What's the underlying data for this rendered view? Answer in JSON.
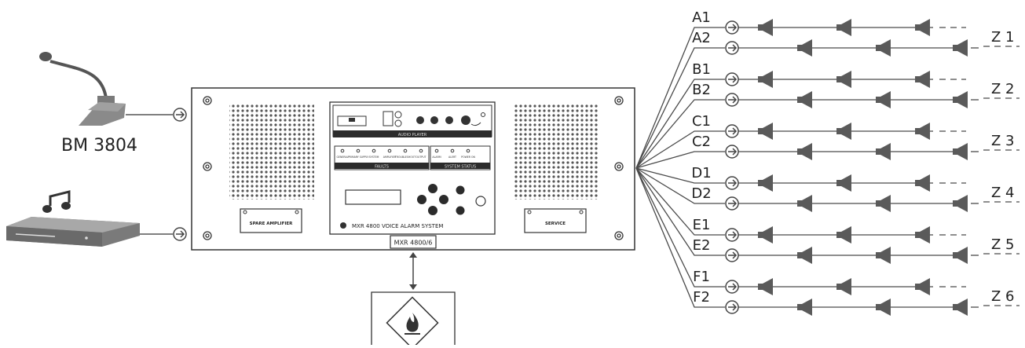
{
  "sources": {
    "microphone_label": "BM 3804"
  },
  "unit": {
    "model_badge": "MXR 4800/6",
    "brand_line": "MXR 4800  VOICE ALARM SYSTEM",
    "spare_amplifier_label": "SPARE AMPLIFIER",
    "service_label": "SERVICE",
    "audio_player_label": "AUDIO PLAYER",
    "faults_label": "FAULTS",
    "system_status_label": "SYSTEM STATUS",
    "fault_leds": [
      "GENERAL",
      "PRIMARY SUPPLY",
      "SYSTEM",
      "AMPLIFIER",
      "TROUBLESHOOT",
      "OUTPUT"
    ],
    "status_leds": [
      "ALARM",
      "ALERT",
      "POWER ON"
    ]
  },
  "lines": [
    {
      "label": "A1",
      "row": "primary"
    },
    {
      "label": "A2",
      "row": "secondary"
    },
    {
      "label": "B1",
      "row": "primary"
    },
    {
      "label": "B2",
      "row": "secondary"
    },
    {
      "label": "C1",
      "row": "primary"
    },
    {
      "label": "C2",
      "row": "secondary"
    },
    {
      "label": "D1",
      "row": "primary"
    },
    {
      "label": "D2",
      "row": "secondary"
    },
    {
      "label": "E1",
      "row": "primary"
    },
    {
      "label": "E2",
      "row": "secondary"
    },
    {
      "label": "F1",
      "row": "primary"
    },
    {
      "label": "F2",
      "row": "secondary"
    }
  ],
  "zones": [
    "Z 1",
    "Z 2",
    "Z 3",
    "Z 4",
    "Z 5",
    "Z 6"
  ],
  "colors": {
    "ink": "#4a4a4a",
    "speaker": "#5a5a5a",
    "mic": "#6e6e6e",
    "panel": "#2b2b2b"
  },
  "icons": {
    "microphone": "desk-microphone-icon",
    "player": "media-player-icon",
    "note": "music-note-icon",
    "fire": "fire-detector-icon"
  }
}
